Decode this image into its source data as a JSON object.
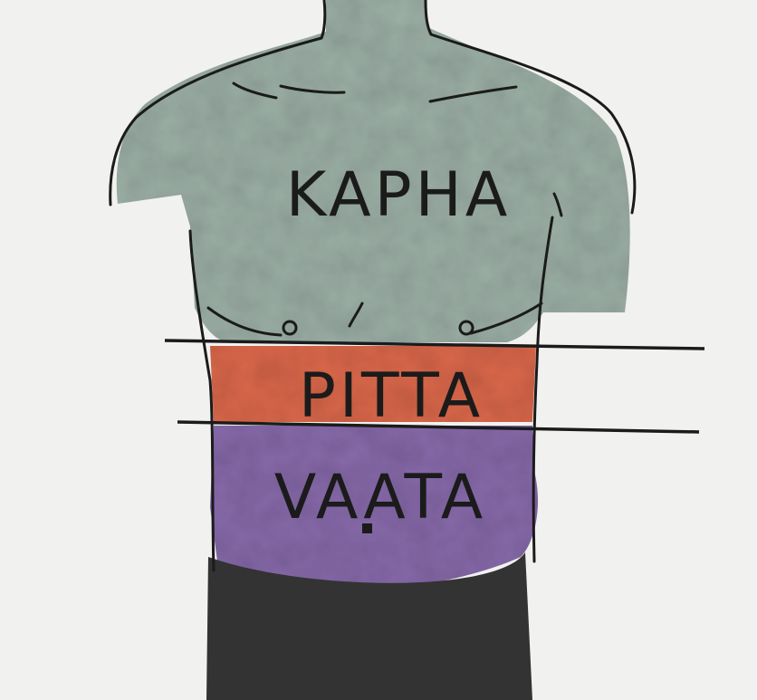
{
  "diagram": {
    "zones": [
      {
        "id": "kapha",
        "label": "KAPHA",
        "color": "#9fb3a9"
      },
      {
        "id": "pitta",
        "label": "PITTA",
        "color": "#df6a4c"
      },
      {
        "id": "vaata",
        "label": "VAATA",
        "color": "#8a6cae"
      }
    ],
    "shorts_color": "#333333",
    "ink_color": "#1b1b1b",
    "paper_color": "#f1f1ef"
  }
}
